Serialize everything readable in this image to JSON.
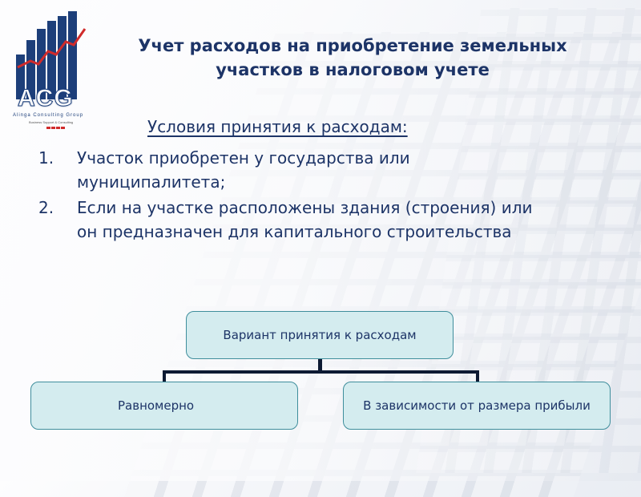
{
  "logo": {
    "letters": "ACG",
    "company": "Alinga Consulting Group",
    "tagline": "Business Support & Consulting"
  },
  "slide": {
    "title": "Учет расходов на приобретение земельных участков в налоговом учете",
    "subtitle": "Условия принятия к расходам:",
    "conditions": [
      {
        "num": "1.",
        "text": "Участок приобретен у государства или муниципалитета;"
      },
      {
        "num": "2.",
        "text": "Если на участке расположены здания (строения) или он предназначен для капитального строительства"
      }
    ]
  },
  "diagram": {
    "root": "Вариант принятия к расходам",
    "children": [
      "Равномерно",
      "В зависимости от размера прибыли"
    ]
  }
}
